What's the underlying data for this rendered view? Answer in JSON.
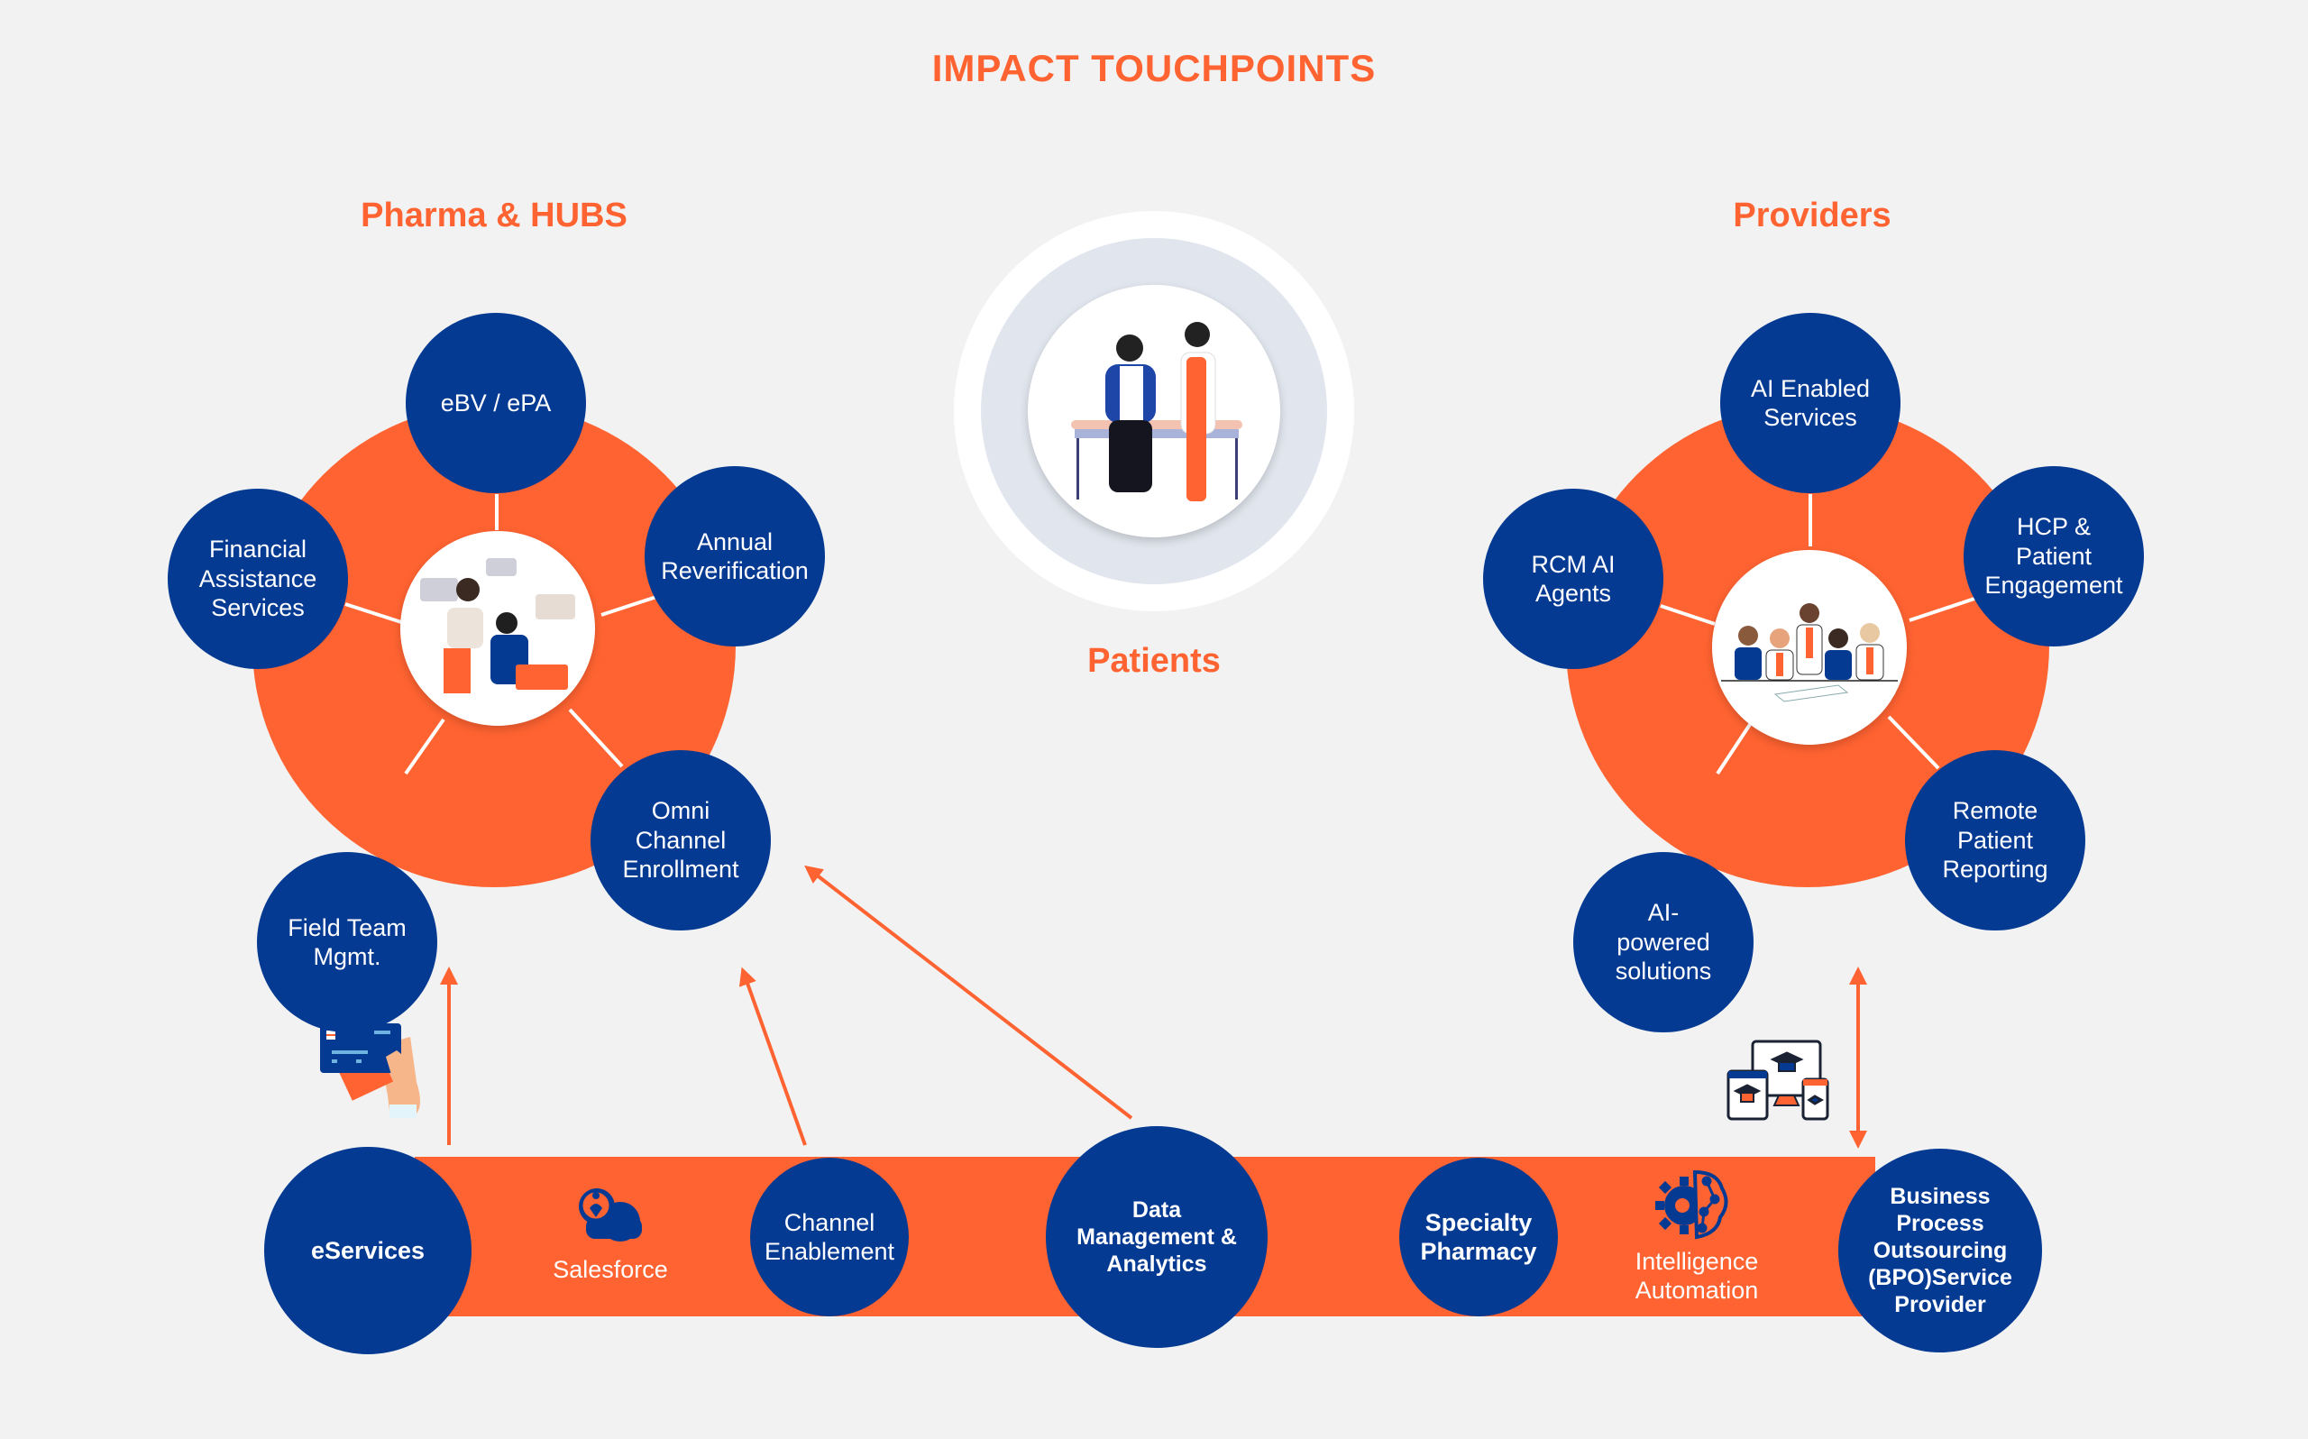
{
  "title": "IMPACT TOUCHPOINTS",
  "colors": {
    "accent_orange": "#ff6331",
    "node_blue": "#053a93",
    "background": "#f2f2f2",
    "ring_light": "#e1e6ee"
  },
  "pharma": {
    "heading": "Pharma & HUBS",
    "center_illustration": "team-collaboration-illustration",
    "nodes": [
      "eBV / ePA",
      "Annual\nReverification",
      "Omni\nChannel\nEnrollment",
      "Field Team\nMgmt.",
      "Financial\nAssistance\nServices"
    ]
  },
  "patients": {
    "heading": "Patients",
    "center_illustration": "doctor-patient-illustration"
  },
  "providers": {
    "heading": "Providers",
    "center_illustration": "clinical-team-illustration",
    "nodes": [
      "AI Enabled\nServices",
      "HCP &\nPatient\nEngagement",
      "Remote\nPatient\nReporting",
      "AI-\npowered\nsolutions",
      "RCM AI\nAgents"
    ]
  },
  "band": {
    "nodes": {
      "eservices": "eServices",
      "channel": "Channel\nEnablement",
      "data": "Data\nManagement &\nAnalytics",
      "specialty": "Specialty\nPharmacy",
      "bpo": "Business\nProcess\nOutsourcing\n(BPO)Service\nProvider"
    },
    "labels": {
      "salesforce": "Salesforce",
      "intelligence": "Intelligence\nAutomation"
    },
    "icons": {
      "salesforce": "cloud-lock-icon",
      "intelligence": "gear-brain-icon",
      "eservices": "credit-card-hand-icon",
      "elearning": "devices-graduation-icon"
    }
  }
}
